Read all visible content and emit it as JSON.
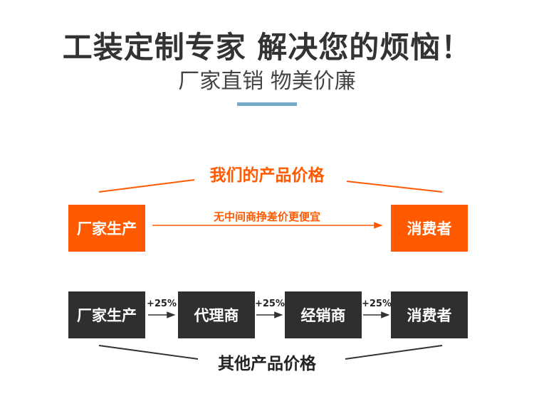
{
  "header": {
    "title": "工装定制专家 解决您的烦恼！",
    "subtitle": "厂家直销 物美价廉"
  },
  "colors": {
    "accent_bar": "#74a9c9",
    "orange": "#ff5a00",
    "dark_box": "#2f2f2f",
    "line_gray": "#333333"
  },
  "our_price": {
    "label": "我们的产品价格",
    "from": "厂家生产",
    "to": "消费者",
    "note": "无中间商挣差价更便宜"
  },
  "other_price": {
    "label": "其他产品价格",
    "nodes": [
      "厂家生产",
      "代理商",
      "经销商",
      "消费者"
    ],
    "markups": [
      "+25%",
      "+25%",
      "+25%"
    ]
  }
}
